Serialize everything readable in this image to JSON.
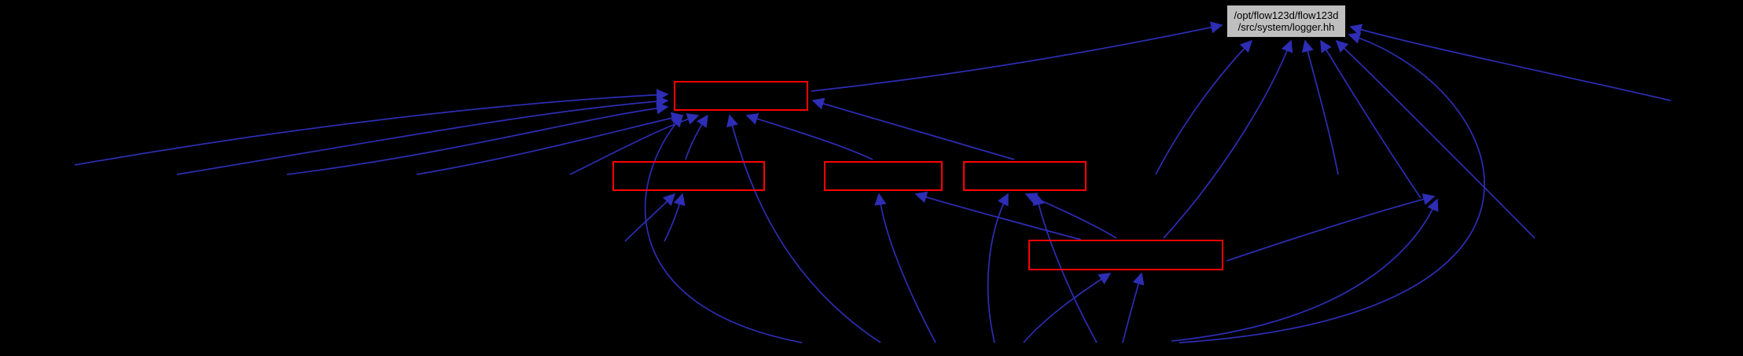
{
  "diagram": {
    "type": "include-dependency-graph",
    "main_node": {
      "line1": "/opt/flow123d/flow123d",
      "line2": "/src/system/logger.hh",
      "fill": "#bfbfbf",
      "text_color": "#000000"
    },
    "red_nodes": [
      {
        "id": "node-1",
        "label": ""
      },
      {
        "id": "node-2",
        "label": ""
      },
      {
        "id": "node-3",
        "label": ""
      },
      {
        "id": "node-4",
        "label": ""
      },
      {
        "id": "node-5",
        "label": ""
      }
    ],
    "colors": {
      "background": "#000000",
      "edge": "#2d2db5",
      "node_border": "#ff0000"
    }
  }
}
